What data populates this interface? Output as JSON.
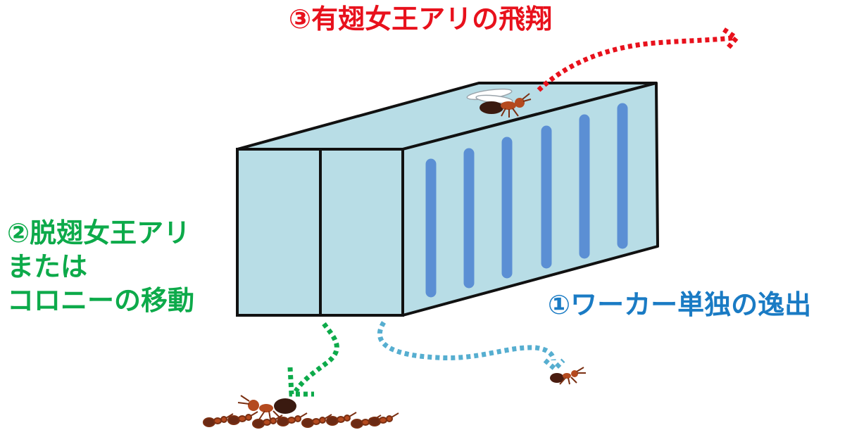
{
  "colors": {
    "flight": "#e8111c",
    "colony": "#0daa4a",
    "worker": "#1a7bc4",
    "container_fill": "#b8dde6",
    "container_stroke": "#111111",
    "vent": "#5b8fd4",
    "worker_path": "#56aed0"
  },
  "labels": {
    "flight": "③有翅女王アリの飛翔",
    "colony_line1": "②脱翅女王アリ",
    "colony_line2": "または",
    "colony_line3": "コロニーの移動",
    "worker": "①ワーカー単独の逸出"
  },
  "icons": {
    "container": "shipping-container",
    "winged_queen": "winged-queen-ant",
    "single_worker": "worker-ant",
    "colony_group": "ant-colony-group"
  }
}
